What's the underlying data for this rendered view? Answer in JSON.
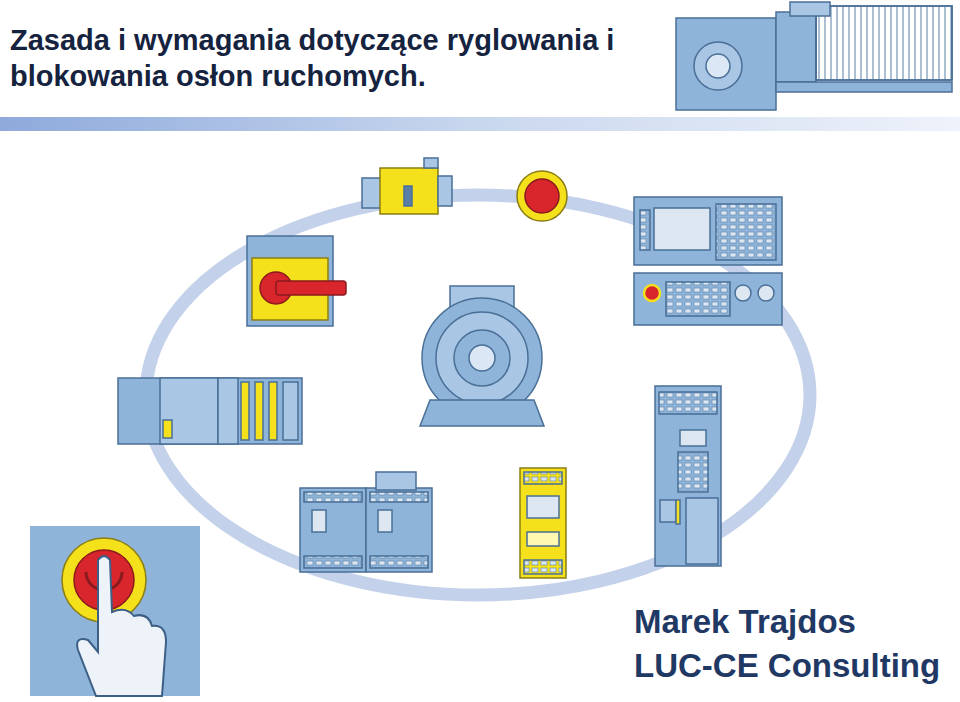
{
  "diagram": {
    "title": "Zasada i wymagania dotyczące ryglowania i blokowania osłon ruchomych.",
    "labels": [
      "Marek Trajdos",
      "LUC-CE Consulting"
    ]
  }
}
